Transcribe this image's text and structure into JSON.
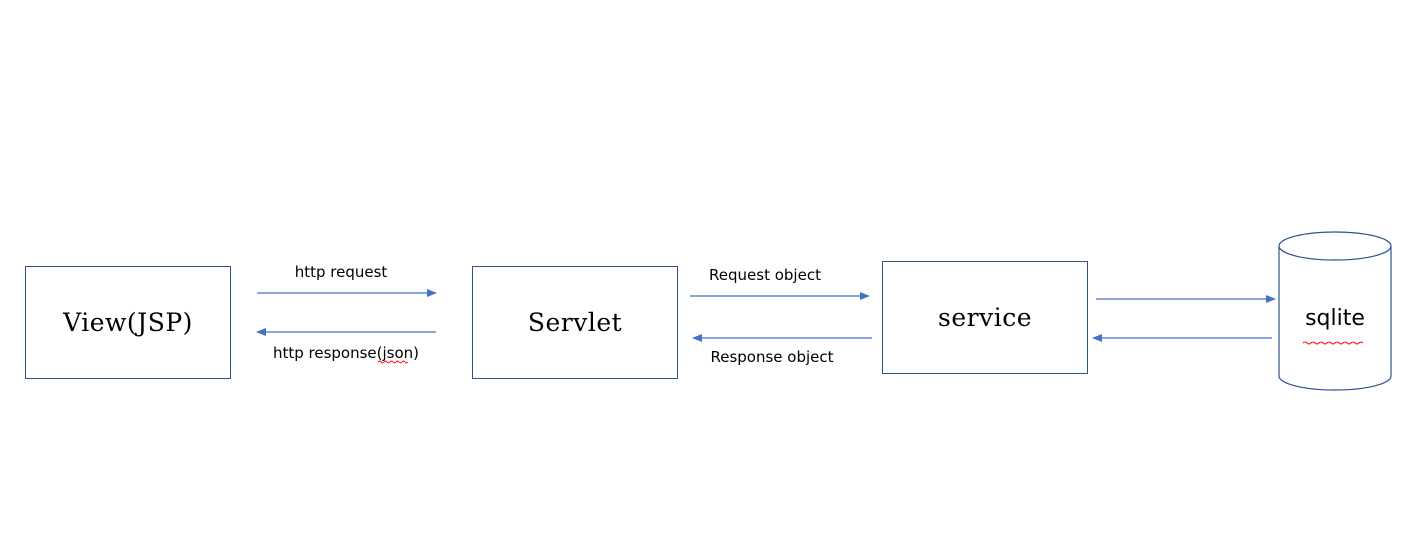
{
  "nodes": {
    "view": "View(JSP)",
    "servlet": "Servlet",
    "service": "service",
    "db": "sqlite"
  },
  "edges": {
    "view_to_servlet": "http request",
    "servlet_to_view": "http response(json)",
    "servlet_to_service": "Request object",
    "service_to_servlet": "Response object"
  },
  "colors": {
    "border": "#2f528f",
    "arrow": "#4472c4",
    "spellcheck": "#ff0000"
  }
}
